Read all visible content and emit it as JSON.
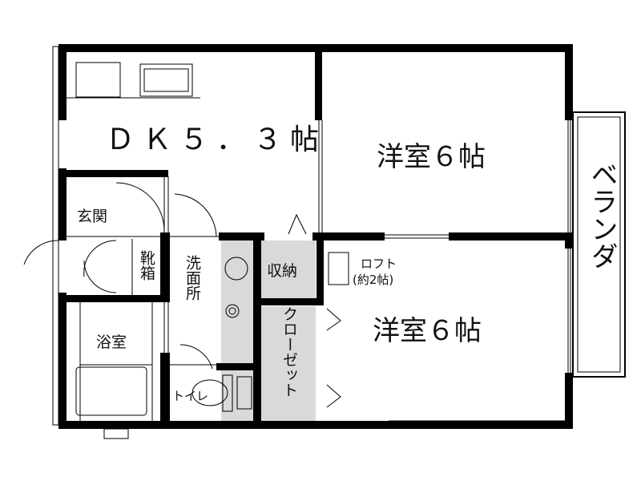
{
  "rooms": {
    "dk": "ＤＫ５．３帖",
    "western_1": "洋室６帖",
    "western_2": "洋室６帖",
    "veranda": "ベランダ",
    "entrance": "玄関",
    "shoe_box": "靴箱",
    "washroom": "洗面所",
    "storage": "収納",
    "closet": "クローゼット",
    "bathroom": "浴室",
    "toilet": "トイレ",
    "loft": "ロフト",
    "loft_size": "(約2帖)"
  },
  "colors": {
    "wall": "#000000",
    "storage_fill": "#d9d9d9"
  }
}
